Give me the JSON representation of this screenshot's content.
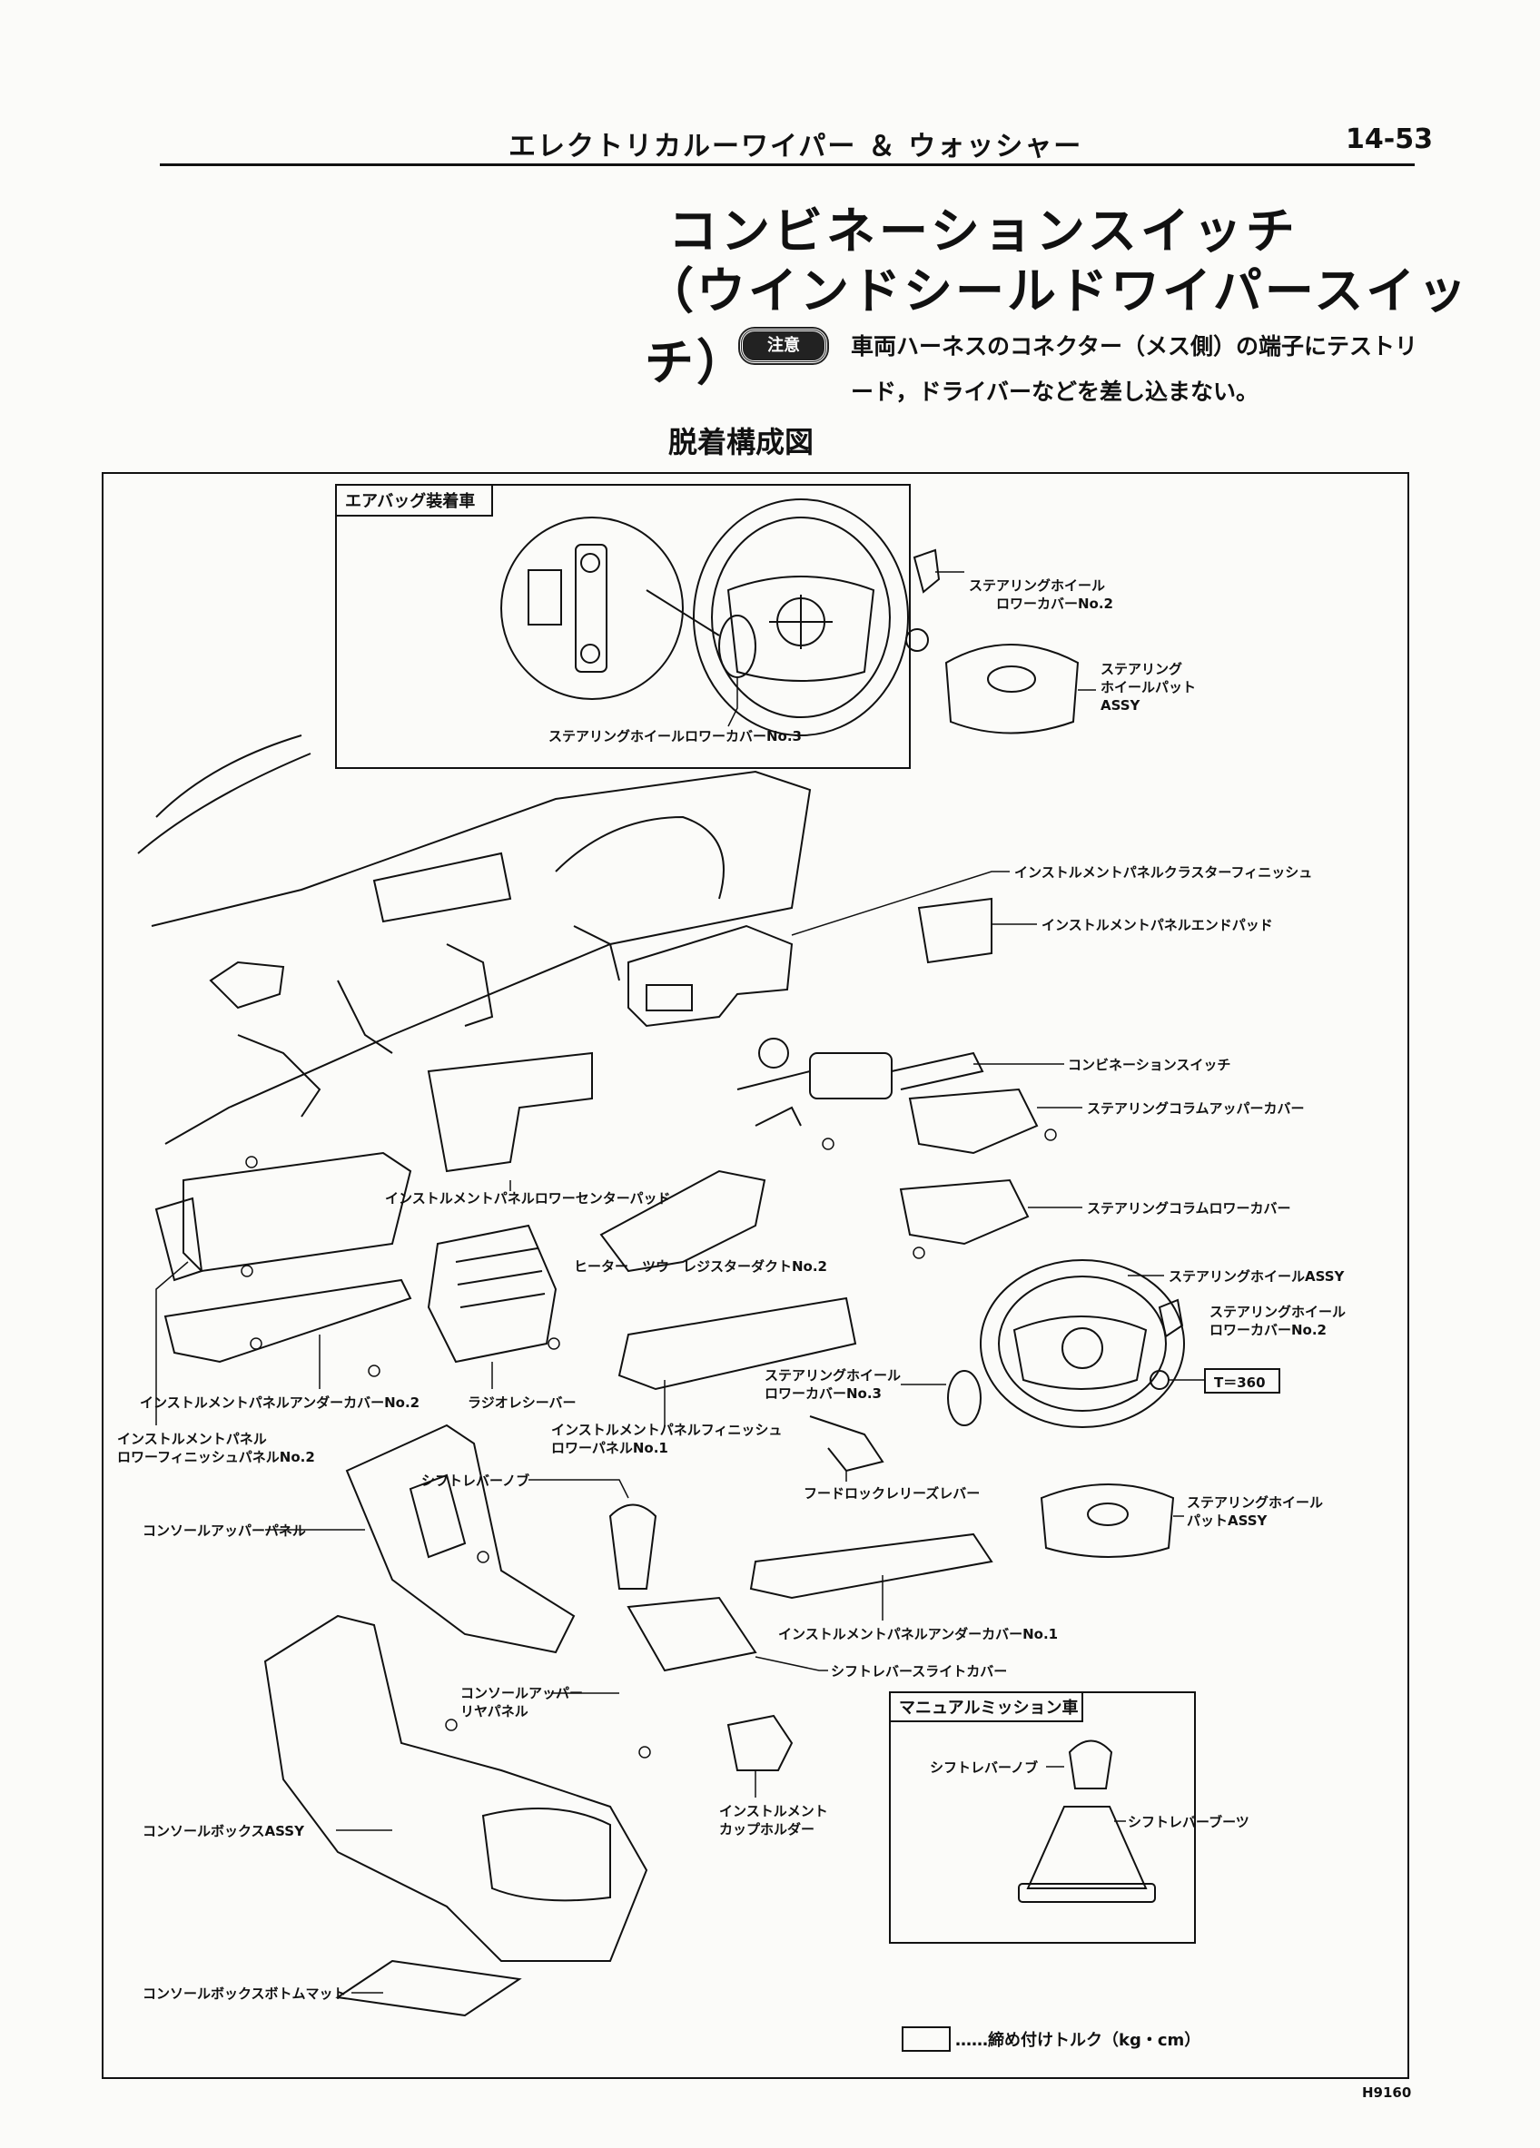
{
  "header": {
    "title": "エレクトリカルーワイパー ＆ ウォッシャー",
    "page_number": "14-53"
  },
  "title": {
    "line1": "コンビネーションスイッチ",
    "line2": "（ウインドシールドワイパースイッチ）"
  },
  "caution": {
    "badge": "注意",
    "line1": "車両ハーネスのコネクター（メス側）の端子にテストリ",
    "line2": "ード，ドライバーなどを差し込まない。"
  },
  "section_title": "脱着構成図",
  "airbag_box": {
    "heading": "エアバッグ装着車",
    "lower_cover_no2_a": "ステアリングホイール",
    "lower_cover_no2_b": "ロワーカバーNo.2",
    "pad_a": "ステアリング",
    "pad_b": "ホイールパット",
    "pad_c": "ASSY",
    "lower_cover_no3": "ステアリングホイールロワーカバーNo.3"
  },
  "labels": {
    "cluster_finish": "インストルメントパネルクラスターフィニッシュ",
    "end_pad": "インストルメントパネルエンドパッド",
    "combination_switch": "コンビネーションスイッチ",
    "column_upper_cover": "ステアリングコラムアッパーカバー",
    "lower_center_pad": "インストルメントパネルロワーセンターパッド",
    "column_lower_cover": "ステアリングコラムロワーカバー",
    "heater_duct": "ヒーター　ツウ　レジスターダクトNo.2",
    "wheel_assy": "ステアリングホイールASSY",
    "wheel_lower_cover_no2_a": "ステアリングホイール",
    "wheel_lower_cover_no2_b": "ロワーカバーNo.2",
    "torque_value": "T＝360",
    "under_cover_no2": "インストルメントパネルアンダーカバーNo.2",
    "radio_receiver": "ラジオレシーバー",
    "wheel_lower_cover_no3_a": "ステアリングホイール",
    "wheel_lower_cover_no3_b": "ロワーカバーNo.3",
    "lower_finish_panel_no2_a": "インストルメントパネル",
    "lower_finish_panel_no2_b": "ロワーフィニッシュパネルNo.2",
    "lower_finish_panel_no1_a": "インストルメントパネルフィニッシュ",
    "lower_finish_panel_no1_b": "ロワーパネルNo.1",
    "shift_knob": "シフトレバーノブ",
    "hood_lock_lever": "フードロックレリーズレバー",
    "console_upper_panel": "コンソールアッパーパネル",
    "wheel_pad_assy_a": "ステアリングホイール",
    "wheel_pad_assy_b": "パットASSY",
    "under_cover_no1": "インストルメントパネルアンダーカバーNo.1",
    "shift_light_cover": "シフトレバースライトカバー",
    "console_rear_panel_a": "コンソールアッパー",
    "console_rear_panel_b": "リヤパネル",
    "cup_holder_a": "インストルメント",
    "cup_holder_b": "カップホルダー",
    "console_box_assy": "コンソールボックスASSY",
    "console_bottom_mat": "コンソールボックスボトムマット"
  },
  "manual_box": {
    "heading": "マニュアルミッション車",
    "shift_knob": "シフトレバーノブ",
    "shift_boot": "シフトレバーブーツ"
  },
  "legend": "……締め付けトルク（kg・cm）",
  "figure_code": "H9160"
}
